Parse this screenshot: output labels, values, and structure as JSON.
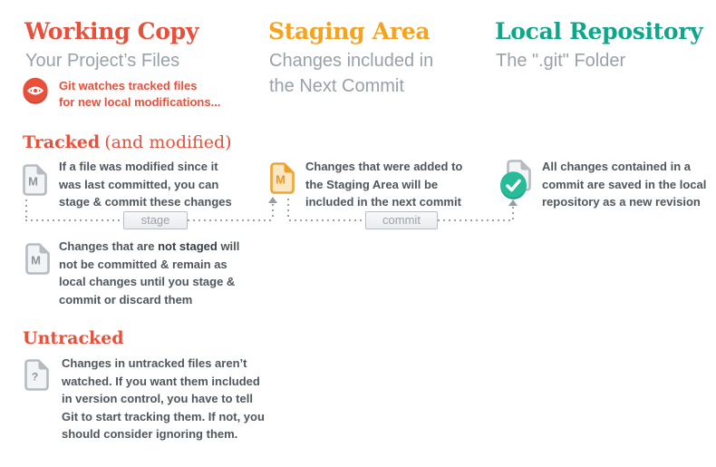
{
  "colors": {
    "red": "#e8503b",
    "orange": "#f6a21d",
    "teal": "#0ea78b",
    "subtitle_gray": "#98a1a6",
    "body_text": "#4e575d",
    "dotted_line": "#9aa2a8",
    "file_gray_border": "#b4bbc1",
    "file_gray_fill": "#f3f4f6",
    "file_orange_border": "#f0a331",
    "file_orange_fill": "#fce7c3",
    "check_green": "#27bb97",
    "button_text": "#9aa2a8"
  },
  "columns": [
    {
      "title": "Working Copy",
      "subtitle": "Your Project’s Files"
    },
    {
      "title": "Staging Area",
      "subtitle_line1": "Changes included in",
      "subtitle_line2": "the Next Commit"
    },
    {
      "title": "Local Repository",
      "subtitle": "The \".git\" Folder"
    }
  ],
  "watch_note": {
    "line1": "Git watches tracked files",
    "line2": "for new local modifications..."
  },
  "sections": {
    "tracked_title": "Tracked",
    "tracked_suffix": "(and modified)",
    "untracked_title": "Untracked"
  },
  "badges": {
    "modified": "M",
    "staged": "M",
    "not_staged": "M",
    "untracked": "?"
  },
  "cards": {
    "working_modified": {
      "lines": [
        "If a file was modified since it",
        "was last committed, you can",
        "stage & commit these changes"
      ]
    },
    "staged": {
      "lines": [
        "Changes that were added to",
        "the Staging Area will be",
        "included in the next commit"
      ]
    },
    "committed": {
      "lines": [
        "All changes contained in a",
        "commit are saved in the local",
        "repository as a new revision"
      ]
    },
    "not_staged": {
      "line1_pre": "Changes that are ",
      "line1_bold": "not staged",
      "line1_post": " will",
      "lines": [
        "not be committed & remain as",
        "local changes until you stage &",
        "commit or discard them"
      ]
    },
    "untracked_file": {
      "lines": [
        "Changes in untracked files aren’t",
        "watched. If you want them included",
        "in version control, you have to tell",
        "Git to start tracking them. If not, you",
        "should consider ignoring them."
      ]
    }
  },
  "buttons": {
    "stage": "stage",
    "commit": "commit"
  }
}
